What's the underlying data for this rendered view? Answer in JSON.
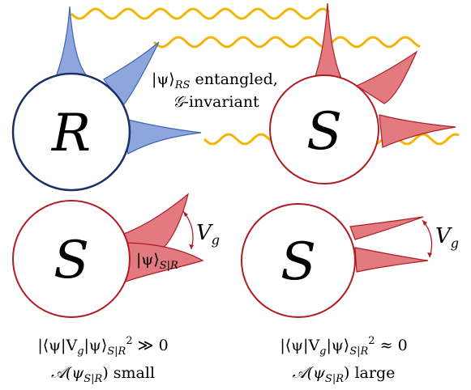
{
  "colors": {
    "blue_fill": "#8da7dc",
    "blue_stroke": "#3f63b5",
    "red_fill": "#e27a80",
    "red_stroke": "#b01c26",
    "navy_circle": "#1b2f66",
    "wave": "#f2b705"
  },
  "top_left_circle": {
    "label": "R"
  },
  "top_right_circle": {
    "label": "S"
  },
  "center_note": {
    "line1_ket": "|ψ⟩",
    "line1_sub": "RS",
    "line1_tail": " entangled,",
    "line2_sym": "𝒢",
    "line2_tail": "-invariant"
  },
  "bottom_left": {
    "circle_label": "S",
    "arrow_label": "V",
    "arrow_label_sub": "g",
    "ket_label": "|ψ⟩",
    "ket_sub": "S|R",
    "eq_lhs": "|⟨ψ|V",
    "eq_g": "g",
    "eq_mid": "|ψ⟩",
    "eq_sub": "S|R",
    "eq_pow": "2",
    "eq_rel": " ≫ 0",
    "asym_A": "𝒜(ψ",
    "asym_sub": "S|R",
    "asym_tail": ") small"
  },
  "bottom_right": {
    "circle_label": "S",
    "arrow_label": "V",
    "arrow_label_sub": "g",
    "eq_lhs": "|⟨ψ|V",
    "eq_g": "g",
    "eq_mid": "|ψ⟩",
    "eq_sub": "S|R",
    "eq_pow": "2",
    "eq_rel": " ≈ 0",
    "asym_A": "𝒜(ψ",
    "asym_sub": "S|R",
    "asym_tail": ") large"
  }
}
